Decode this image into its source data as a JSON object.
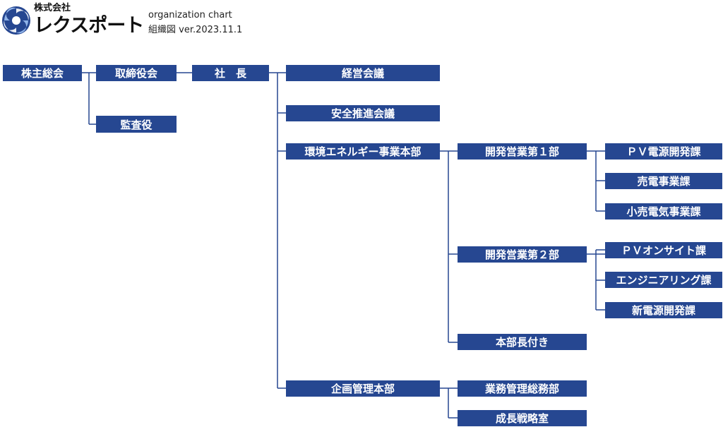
{
  "header": {
    "company_prefix": "株式会社",
    "company_name": "レクスポート",
    "title": "organization chart",
    "subtitle": "組織図 ver.2023.11.1",
    "brand_color": "#264791",
    "logo_icon": "swirl-logo-icon"
  },
  "boxes": {
    "shareholders": "株主総会",
    "board": "取締役会",
    "auditor": "監査役",
    "president": "社　長",
    "management_meeting": "経営会議",
    "safety_meeting": "安全推進会議",
    "env_energy_hq": "環境エネルギー事業本部",
    "dev_sales_1": "開発営業第１部",
    "pv_dev": "ＰＶ電源開発課",
    "power_sales": "売電事業課",
    "small_power": "小売電気事業課",
    "dev_sales_2": "開発営業第２部",
    "pv_onsite": "ＰＶオンサイト課",
    "engineering": "エンジニアリング課",
    "new_power": "新電源開発課",
    "hq_manager": "本部長付き",
    "planning_hq": "企画管理本部",
    "general_affairs": "業務管理総務部",
    "growth_strategy": "成長戦略室"
  }
}
